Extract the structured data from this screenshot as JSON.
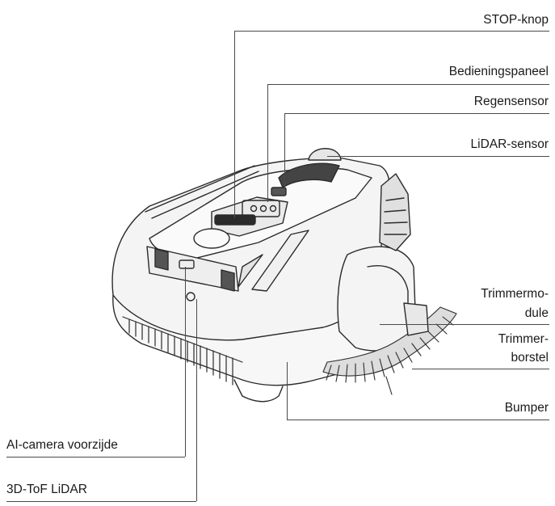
{
  "labels": {
    "stop_knop": "STOP-knop",
    "bedieningspaneel": "Bedieningspaneel",
    "regensensor": "Regensensor",
    "lidar_sensor": "LiDAR-sensor",
    "trimmermodule_1": "Trimmermo-",
    "trimmermodule_2": "dule",
    "trimmerborstel_1": "Trimmer-",
    "trimmerborstel_2": "borstel",
    "bumper": "Bumper",
    "ai_camera": "AI-camera voorzijde",
    "tof_lidar": "3D-ToF LiDAR"
  },
  "colors": {
    "outline": "#2b2b2b",
    "leader": "#4a4a4a",
    "body_fill": "#f4f4f4",
    "shadow_fill": "#d9d9d9"
  }
}
